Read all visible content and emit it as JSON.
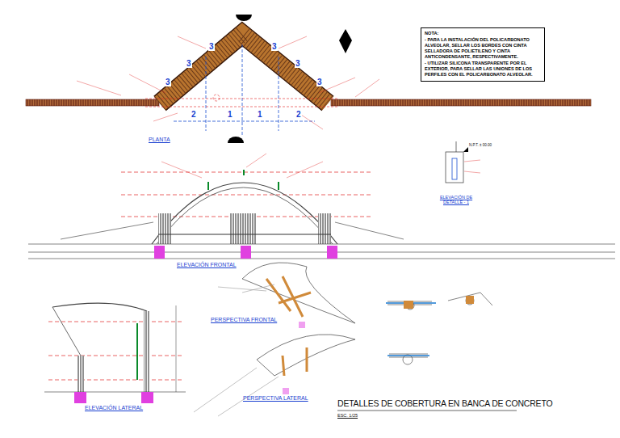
{
  "diagram": {
    "title": "DETALLES DE COBERTURA EN BANCA DE CONCRETO",
    "nodes": [
      {
        "text": [
          "NOTA:",
          "- PARA LA INSTALACIÓN DEL POLICARBONATO ALVEOLAR, SELLAR LOS BORDES CON CINTA SELLADORA DE POLIETILENO Y CINTA ANTICONDENSANTE, RESPECTIVAMENTE.",
          "- UTILIZAR SILICONA TRANSPARENTE POR EL EXTERIOR, PARA SELLAR LAS UNIONES DE LOS PERFILES CON EL POLICARBONATO ALVEOLAR."
        ]
      }
    ],
    "edges": [],
    "labels": [
      "PLANTA",
      "ELEVACIÓN FRONTAL",
      "PERSPECTIVA FRONTAL",
      "PERSPECTIVA LATERAL",
      "ELEVACIÓN LATERAL",
      "ELEVACIÓN DE DETALLE - 1",
      "N.P.T. ± 00.00",
      "ESC. 1/25",
      "3",
      "3",
      "3",
      "3",
      "3",
      "3",
      "2",
      "2",
      "1",
      "1"
    ]
  }
}
